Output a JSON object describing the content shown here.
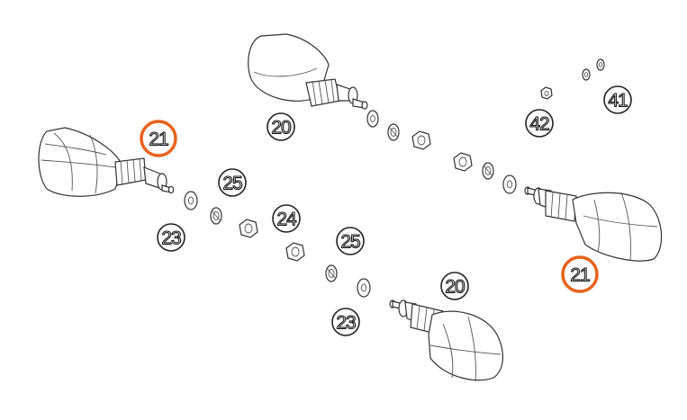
{
  "diagram": {
    "accent_color": "#e8621c",
    "callouts": [
      {
        "id": "c-20-top",
        "label": "20",
        "highlighted": false
      },
      {
        "id": "c-21-left",
        "label": "21",
        "highlighted": true
      },
      {
        "id": "c-25-left",
        "label": "25",
        "highlighted": false
      },
      {
        "id": "c-24",
        "label": "24",
        "highlighted": false
      },
      {
        "id": "c-23-left",
        "label": "23",
        "highlighted": false
      },
      {
        "id": "c-25-right",
        "label": "25",
        "highlighted": false
      },
      {
        "id": "c-20-bottom",
        "label": "20",
        "highlighted": false
      },
      {
        "id": "c-23-bottom",
        "label": "23",
        "highlighted": false
      },
      {
        "id": "c-41",
        "label": "41",
        "highlighted": false
      },
      {
        "id": "c-42",
        "label": "42",
        "highlighted": false
      },
      {
        "id": "c-21-right",
        "label": "21",
        "highlighted": true
      }
    ],
    "parts": [
      "turn-signal-top",
      "turn-signal-left",
      "turn-signal-right",
      "turn-signal-bottom",
      "washer",
      "lock-washer",
      "hex-nut",
      "small-nut",
      "small-washer"
    ]
  }
}
